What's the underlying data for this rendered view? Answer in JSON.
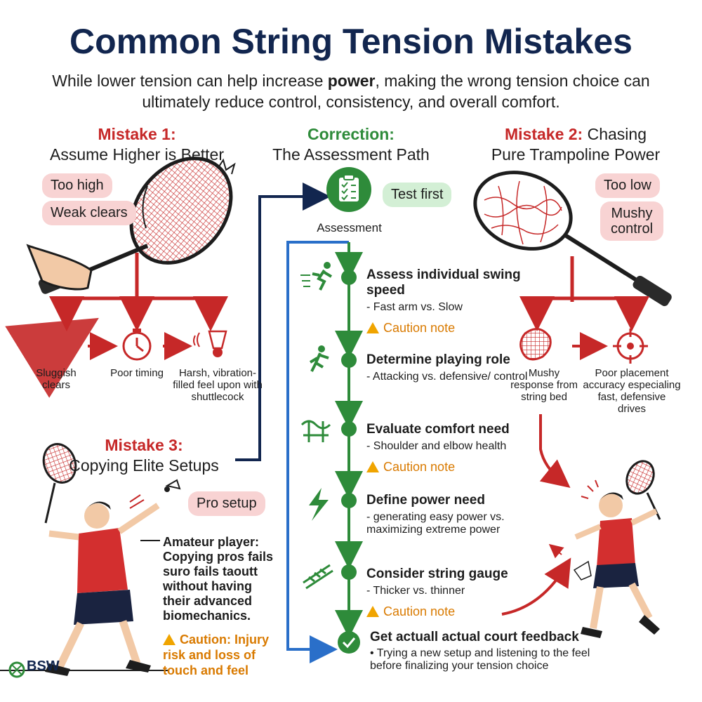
{
  "header": {
    "title": "Common String Tension Mistakes",
    "subtitle_pre": "While lower tension can help increase ",
    "subtitle_bold": "power",
    "subtitle_post": ", making the wrong tension choice can ultimately reduce control, consistency, and overall comfort."
  },
  "mistake1": {
    "label": "Mistake 1:",
    "title": "Assume Higher is Better",
    "tags": [
      "Too high",
      "Weak clears"
    ],
    "effects": [
      "Sluggish clears",
      "Poor timing",
      "Harsh, vibration-filled feel upon with shuttlecock"
    ]
  },
  "correction": {
    "label": "Correction:",
    "title": "The Assessment Path",
    "icon_label": "Assessment",
    "tag": "Test first",
    "steps": [
      {
        "title": "Assess individual swing speed",
        "sub": "- Fast arm vs. Slow",
        "caution": "Caution note"
      },
      {
        "title": "Determine playing role",
        "sub": "- Attacking vs. defensive/ control",
        "caution": ""
      },
      {
        "title": "Evaluate comfort need",
        "sub": "- Shoulder and elbow health",
        "caution": "Caution note"
      },
      {
        "title": "Define power need",
        "sub": "- generating easy power vs. maximizing extreme power",
        "caution": ""
      },
      {
        "title": "Consider string gauge",
        "sub": "- Thicker vs. thinner",
        "caution": "Caution note"
      },
      {
        "title": "Get actuall actual court feedback",
        "sub": "• Trying a new setup and listening to the feel before finalizing your tension choice",
        "caution": ""
      }
    ]
  },
  "mistake2": {
    "label": "Mistake 2:",
    "title_a": "Chasing",
    "title_b": "Pure Trampoline Power",
    "tags": [
      "Too low",
      "Mushy control"
    ],
    "effects": [
      "Mushy response from string bed",
      "Poor placement accuracy especialing fast, defensive drives"
    ]
  },
  "mistake3": {
    "label": "Mistake 3:",
    "title": "Copying Elite Setups",
    "tag": "Pro setup",
    "amateur": "Amateur player: Copying pros fails suro fails taoutt without having their advanced biomechanics.",
    "caution": "Caution: Injury risk and loss of touch and feel"
  },
  "logo": {
    "text": "BSW",
    "icon": "bsw-logo"
  },
  "colors": {
    "navy": "#12264f",
    "red": "#c62828",
    "green": "#2e8b3a",
    "blue": "#2a6fc9",
    "orange": "#d97a00"
  }
}
